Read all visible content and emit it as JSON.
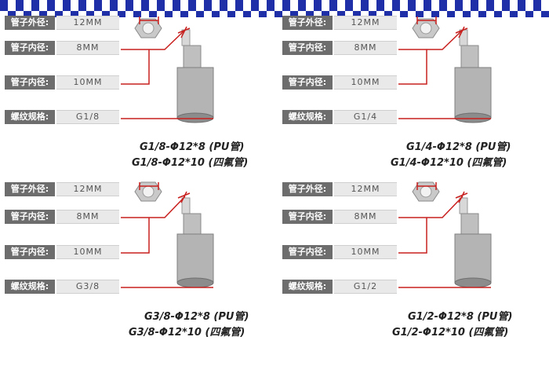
{
  "panels": [
    {
      "rows": [
        {
          "label": "管子外径:",
          "value": "12MM"
        },
        {
          "label": "管子内径:",
          "value": "8MM"
        },
        {
          "label": "管子内径:",
          "value": "10MM"
        },
        {
          "label": "螺纹规格:",
          "value": "G1/8"
        }
      ],
      "captions": [
        "G1/8-Φ12*8 (PU管)",
        "G1/8-Φ12*10 (四氟管)"
      ]
    },
    {
      "rows": [
        {
          "label": "管子外径:",
          "value": "12MM"
        },
        {
          "label": "管子内径:",
          "value": "8MM"
        },
        {
          "label": "管子内径:",
          "value": "10MM"
        },
        {
          "label": "螺纹规格:",
          "value": "G1/4"
        }
      ],
      "captions": [
        "G1/4-Φ12*8 (PU管)",
        "G1/4-Φ12*10 (四氟管)"
      ]
    },
    {
      "rows": [
        {
          "label": "管子外径:",
          "value": "12MM"
        },
        {
          "label": "管子内径:",
          "value": "8MM"
        },
        {
          "label": "管子内径:",
          "value": "10MM"
        },
        {
          "label": "螺纹规格:",
          "value": "G3/8"
        }
      ],
      "captions": [
        "G3/8-Φ12*8 (PU管)",
        "G3/8-Φ12*10 (四氟管)"
      ]
    },
    {
      "rows": [
        {
          "label": "管子外径:",
          "value": "12MM"
        },
        {
          "label": "管子内径:",
          "value": "8MM"
        },
        {
          "label": "管子内径:",
          "value": "10MM"
        },
        {
          "label": "螺纹规格:",
          "value": "G1/2"
        }
      ],
      "captions": [
        "G1/2-Φ12*8 (PU管)",
        "G1/2-Φ12*10 (四氟管)"
      ]
    }
  ],
  "colors": {
    "label_bg": "#6d6d6d",
    "value_bg": "#e9e9e9",
    "leader_line": "#c8201e",
    "band": "#1f2fa8"
  }
}
